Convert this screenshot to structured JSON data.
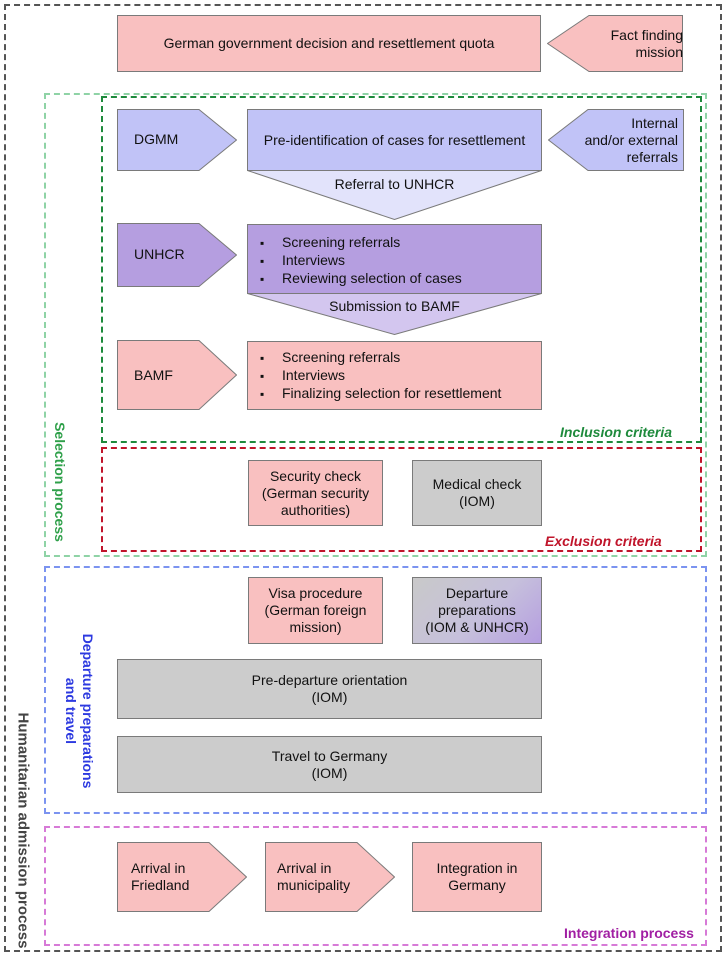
{
  "outer_label": "Humanitarian admission process",
  "top": {
    "decision": "German government decision and resettlement quota",
    "fact_finding": "Fact finding\nmission"
  },
  "selection": {
    "label": "Selection process",
    "inclusion_label": "Inclusion criteria",
    "exclusion_label": "Exclusion criteria",
    "dgmm": "DGMM",
    "pre_identification": "Pre-identification of cases for resettlement",
    "referrals": "Internal\nand/or external\nreferrals",
    "referral_to_unhcr": "Referral to UNHCR",
    "unhcr": "UNHCR",
    "unhcr_items": [
      "Screening referrals",
      "Interviews",
      "Reviewing selection of cases"
    ],
    "submission_to_bamf": "Submission to BAMF",
    "bamf": "BAMF",
    "bamf_items": [
      "Screening referrals",
      "Interviews",
      "Finalizing selection for resettlement"
    ],
    "security_check": "Security check\n(German security\nauthorities)",
    "medical_check": "Medical check\n(IOM)"
  },
  "departure": {
    "label": "Departure preparations\nand travel",
    "visa": "Visa procedure\n(German foreign\nmission)",
    "departure_prep": "Departure\npreparations\n(IOM & UNHCR)",
    "orientation": "Pre-departure orientation\n(IOM)",
    "travel": "Travel to Germany\n(IOM)"
  },
  "integration": {
    "label": "Integration process",
    "friedland": "Arrival in\nFriedland",
    "municipality": "Arrival in\nmunicipality",
    "germany": "Integration in\nGermany"
  },
  "colors": {
    "outer_border": "#555555",
    "selection_border": "#8fd3a6",
    "inclusion_border": "#1e8a3c",
    "exclusion_border": "#c0152b",
    "departure_border": "#7b93f0",
    "integration_border": "#d77ad7",
    "selection_text": "#2fa04a",
    "inclusion_text": "#1e8a3c",
    "exclusion_text": "#c0152b",
    "departure_text": "#2d3ae0",
    "integration_text": "#a11fa3",
    "pink": "#f9c0c0",
    "grey": "#cccccc",
    "lavender": "#c1c3f7",
    "purple": "#b59ee0"
  }
}
